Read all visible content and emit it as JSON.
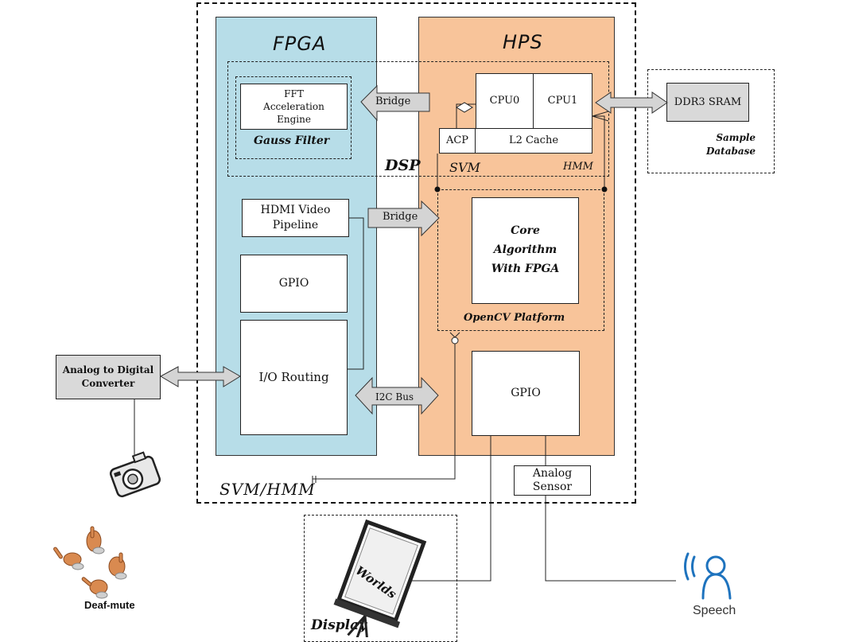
{
  "fpga": {
    "title": "FPGA",
    "fill": "#b7dde8"
  },
  "hps": {
    "title": "HPS",
    "fill": "#f8c49a"
  },
  "fft_engine": "FFT\nAcceleration\nEngine",
  "gauss_filter": "Gauss Filter",
  "dsp_label": "DSP",
  "svm_label": "SVM",
  "hmm_label": "HMM",
  "bridge_top": "Bridge",
  "bridge_mid": "Bridge",
  "i2c_bus": "I2C Bus",
  "cpu0": "CPU0",
  "cpu1": "CPU1",
  "acp": "ACP",
  "l2_cache": "L2 Cache",
  "ddr3": "DDR3 SRAM",
  "sample_database": "Sample\nDatabase",
  "hdmi_pipeline": "HDMI Video\nPipeline",
  "gpio_fpga": "GPIO",
  "io_routing": "I/O Routing",
  "core_algorithm": "Core\nAlgorithm\nWith FPGA",
  "opencv_platform": "OpenCV Platform",
  "gpio_hps": "GPIO",
  "adc": "Analog to Digital\nConverter",
  "analog_sensor": "Analog\nSensor",
  "svm_hmm": "SVM/HMM",
  "display_label": "Display",
  "worlds_label": "Worlds",
  "deaf_mute": "Deaf-mute",
  "speech": "Speech",
  "icons": [
    "camera-icon",
    "hand-gesture-icon",
    "projector-screen-icon",
    "speaker-person-icon"
  ],
  "colors": {
    "arrow_fill": "#d4d4d4",
    "speech_blue": "#1e73be",
    "hand_skin": "#d98a50"
  }
}
